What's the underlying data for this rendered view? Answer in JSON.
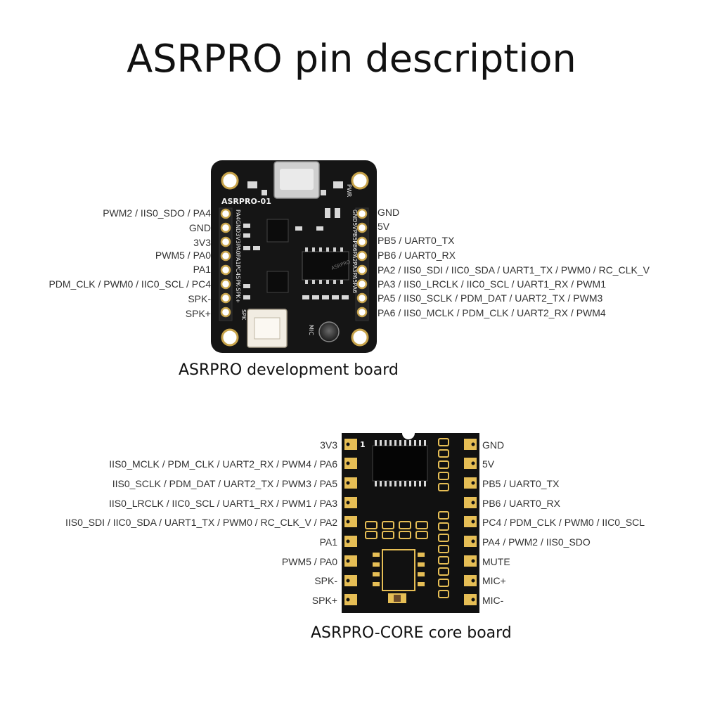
{
  "title": "ASRPRO pin description",
  "dev_board": {
    "caption": "ASRPRO development board",
    "silk_model": "ASRPRO-01",
    "silk_pwr": "PWR",
    "silk_spk": "SPK",
    "silk_mic": "MIC",
    "silk_left_header": "PA4GND3V3PA0PA1PC4SPK-SPK+",
    "silk_right_header": "GND5VPB5PB6PA2PA3PA5PA6",
    "chip_label": "ASRPRO",
    "left_pins": [
      "PWM2 / IIS0_SDO / PA4",
      "GND",
      "3V3",
      "PWM5 / PA0",
      "PA1",
      "PDM_CLK  / PWM0 / IIC0_SCL / PC4",
      "SPK-",
      "SPK+"
    ],
    "right_pins": [
      "GND",
      "5V",
      "PB5 / UART0_TX",
      "PB6 / UART0_RX",
      "PA2 / IIS0_SDI / IIC0_SDA / UART1_TX / PWM0 / RC_CLK_V",
      "PA3 / IIS0_LRCLK / IIC0_SCL / UART1_RX / PWM1",
      "PA5 / IIS0_SCLK / PDM_DAT / UART2_TX / PWM3",
      "PA6 / IIS0_MCLK / PDM_CLK / UART2_RX / PWM4"
    ]
  },
  "core_board": {
    "caption": "ASRPRO-CORE core board",
    "pin1_marker": "1",
    "left_pins": [
      "3V3",
      "IIS0_MCLK / PDM_CLK / UART2_RX / PWM4 / PA6",
      "IIS0_SCLK / PDM_DAT / UART2_TX / PWM3 / PA5",
      "IIS0_LRCLK / IIC0_SCL / UART1_RX / PWM1 / PA3",
      "IIS0_SDI / IIC0_SDA / UART1_TX / PWM0 / RC_CLK_V / PA2",
      "PA1",
      "PWM5 / PA0",
      "SPK-",
      "SPK+"
    ],
    "right_pins": [
      "GND",
      "5V",
      "PB5 / UART0_TX",
      "PB6 / UART0_RX",
      "PC4 / PDM_CLK  / PWM0 / IIC0_SCL",
      "PA4 / PWM2 / IIS0_SDO",
      "MUTE",
      "MIC+",
      "MIC-"
    ]
  }
}
